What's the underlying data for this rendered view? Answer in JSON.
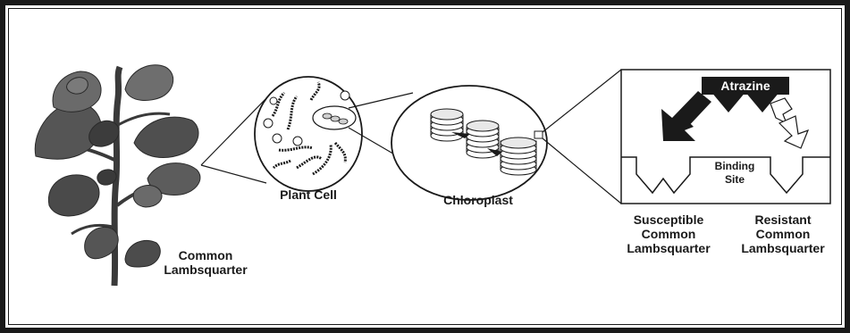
{
  "diagram": {
    "plant_label": [
      "Common",
      "Lambsquarter"
    ],
    "cell_label": "Plant Cell",
    "chloroplast_label": "Chloroplast",
    "herbicide_label": "Atrazine",
    "binding_site_label": [
      "Binding",
      "Site"
    ],
    "susceptible_label": [
      "Susceptible",
      "Common",
      "Lambsquarter"
    ],
    "resistant_label": [
      "Resistant",
      "Common",
      "Lambsquarter"
    ]
  }
}
